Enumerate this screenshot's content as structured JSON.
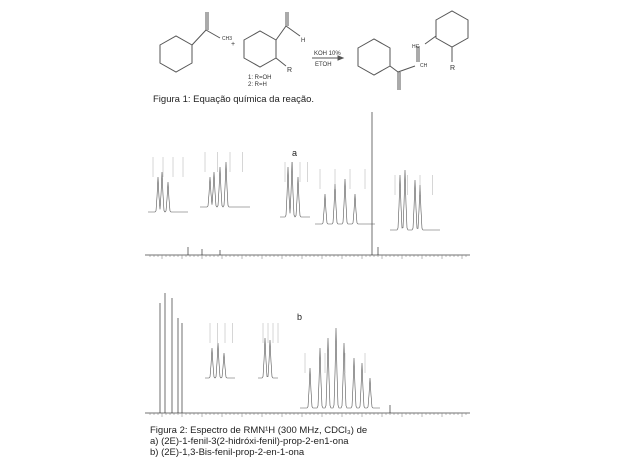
{
  "figure1": {
    "reagent_label_1": "1: R=OH",
    "reagent_label_2": "2: R=H",
    "ch3": "CH3",
    "h": "H",
    "r": "R",
    "catalyst": "KOH 10%",
    "solvent": "ETOH",
    "product_hc": "HC",
    "product_ch": "CH",
    "product_r": "R",
    "caption": "Figura 1: Equação química da reação."
  },
  "figure2": {
    "spectrum_a_label": "a",
    "spectrum_b_label": "b",
    "caption_line1": "Figura 2: Espectro de RMN¹H (300 MHz, CDCl₃) de",
    "caption_line2": "a) (2E)-1-fenil-3(2-hidróxi-fenil)-prop-2-en1-ona",
    "caption_line3": "b) (2E)-1,3-Bis-fenil-prop-2-en-1-ona"
  }
}
